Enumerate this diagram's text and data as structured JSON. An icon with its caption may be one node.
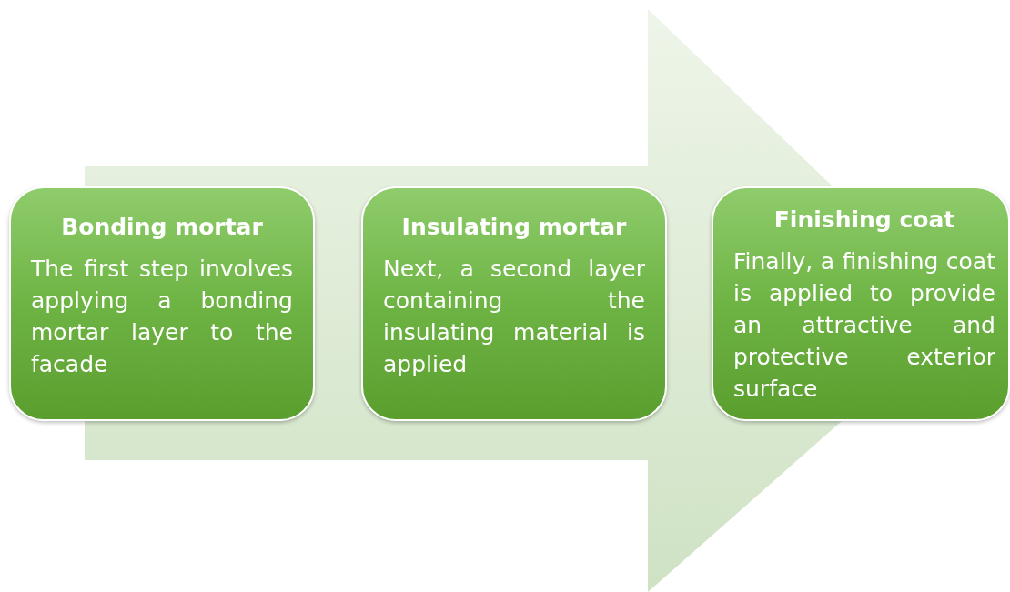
{
  "diagram": {
    "nodes": [
      {
        "text": [
          "Bonding mortar",
          "The first step involves applying a bonding mortar layer to the facade"
        ]
      },
      {
        "text": [
          "Insulating mortar",
          "Next, a second layer containing the insulating material is applied"
        ]
      },
      {
        "text": [
          "Finishing coat",
          "Finally, a finishing coat is applied to provide an attractive and protective exterior surface"
        ]
      }
    ],
    "edges": [
      {
        "from": 0,
        "to": 2,
        "arrow": "to"
      }
    ]
  }
}
